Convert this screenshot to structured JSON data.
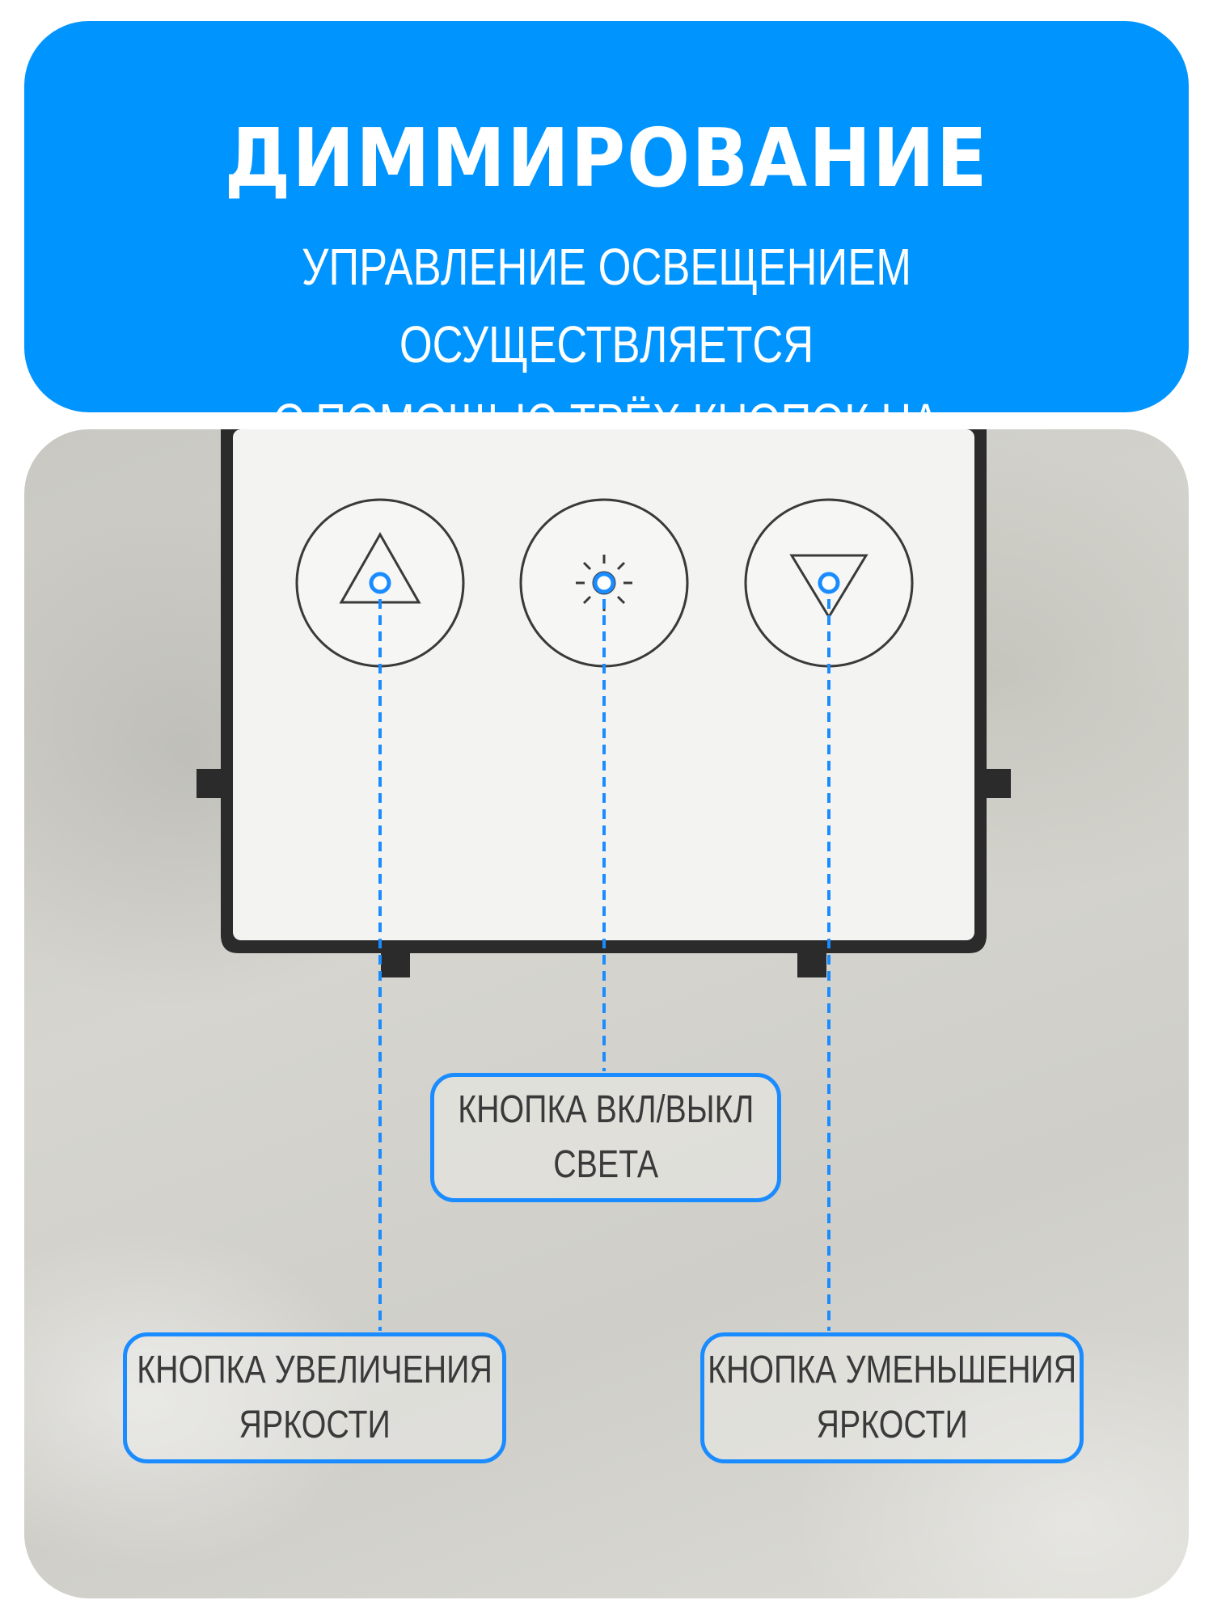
{
  "header": {
    "title": "ДИММИРОВАНИЕ",
    "subtitle_line1": "УПРАВЛЕНИЕ ОСВЕЩЕНИЕМ ОСУЩЕСТВЛЯЕТСЯ",
    "subtitle_line2": "С ПОМОЩЬЮ ТРЁХ КНОПОК НА ВЫКЛЮЧАТЕЛЕ",
    "background_color": "#0094ff"
  },
  "switch": {
    "buttons": [
      {
        "icon": "triangle-up-icon"
      },
      {
        "icon": "sun-icon"
      },
      {
        "icon": "triangle-down-icon"
      }
    ]
  },
  "callouts": {
    "power": {
      "line1": "КНОПКА ВКЛ/ВЫКЛ",
      "line2": "СВЕТА"
    },
    "brightness_up": {
      "line1": "КНОПКА УВЕЛИЧЕНИЯ",
      "line2": "ЯРКОСТИ"
    },
    "brightness_down": {
      "line1": "КНОПКА УМЕНЬШЕНИЯ",
      "line2": "ЯРКОСТИ"
    },
    "accent_color": "#1a8cff"
  }
}
